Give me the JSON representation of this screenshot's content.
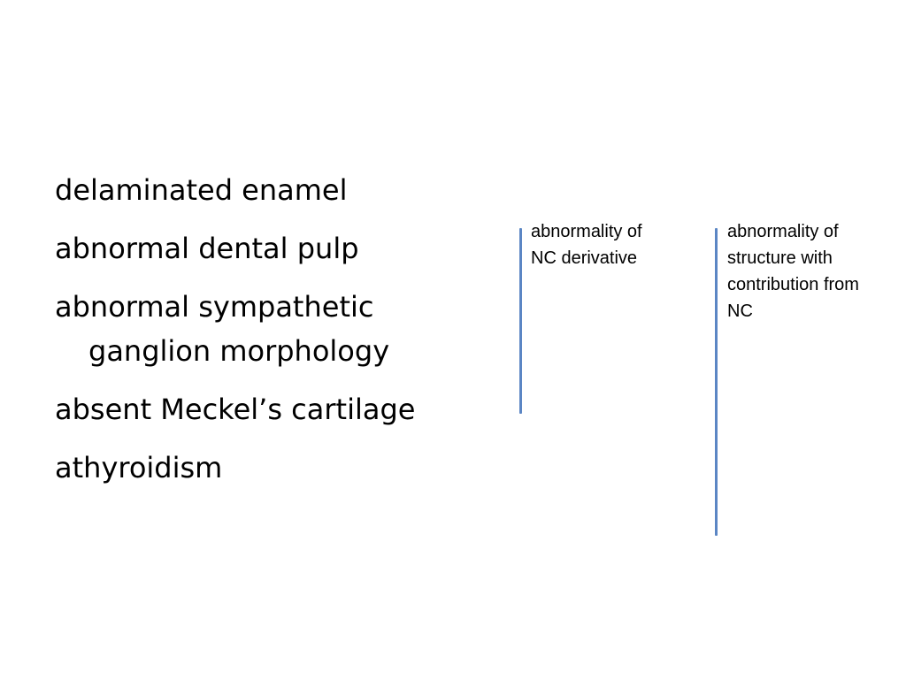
{
  "terms": [
    "delaminated enamel",
    "abnormal dental pulp",
    "abnormal sympathetic ganglion morphology",
    "absent Meckel’s cartilage",
    "athyroidism"
  ],
  "columns": [
    {
      "label": "abnormality of\nNC derivative",
      "line_color": "#5b86c4"
    },
    {
      "label": "abnormality of\nstructure with\ncontribution from\nNC",
      "line_color": "#5b86c4"
    }
  ]
}
